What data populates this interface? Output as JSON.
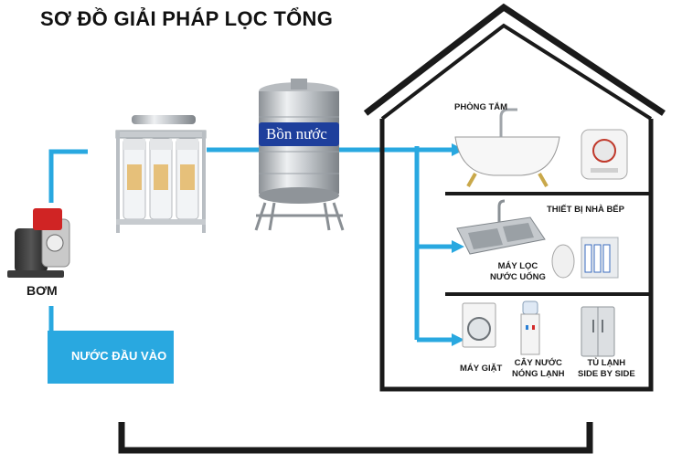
{
  "title": "SƠ ĐỒ GIẢI PHÁP LỌC TỔNG",
  "pump_label": "BƠM",
  "inlet_label": "NƯỚC ĐẦU VÀO",
  "tank_label": "Bồn nước",
  "bathroom_label": "PHÒNG TẮM",
  "kitchen_label": "THIẾT BỊ NHÀ BẾP",
  "purifier_label_line1": "MÁY LỌC",
  "purifier_label_line2": "NƯỚC UỐNG",
  "washer_label": "MÁY GIẶT",
  "dispenser_label_line1": "CÂY NƯỚC",
  "dispenser_label_line2": "NÓNG LẠNH",
  "fridge_label_line1": "TỦ LẠNH",
  "fridge_label_line2": "SIDE BY SIDE",
  "colors": {
    "pipe": "#29a8e0",
    "house_outline": "#1a1a1a",
    "tank_label_bg": "#1e3f9c"
  }
}
